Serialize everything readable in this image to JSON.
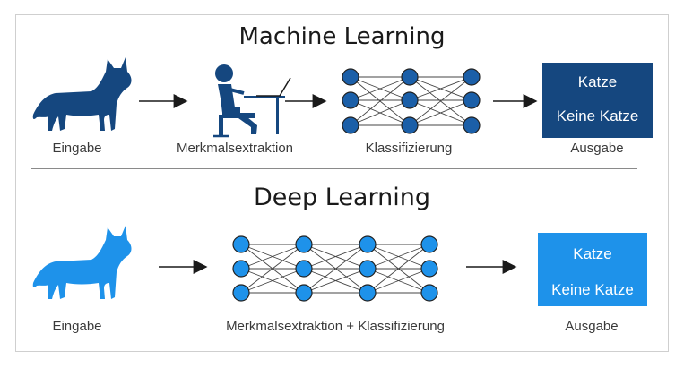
{
  "colors": {
    "dark_blue": "#15477f",
    "light_blue": "#1e92ea",
    "ml_node": "#1b5fa8",
    "dl_node": "#1e92ea",
    "arrow": "#1a1a1a"
  },
  "machine_learning": {
    "title": "Machine Learning",
    "input_label": "Eingabe",
    "feature_label": "Merkmalsextraktion",
    "classify_label": "Klassifizierung",
    "output_label": "Ausgabe",
    "output_options": [
      "Katze",
      "Keine Katze"
    ]
  },
  "deep_learning": {
    "title": "Deep Learning",
    "input_label": "Eingabe",
    "combined_label": "Merkmalsextraktion + Klassifizierung",
    "output_label": "Ausgabe",
    "output_options": [
      "Katze",
      "Keine Katze"
    ]
  }
}
